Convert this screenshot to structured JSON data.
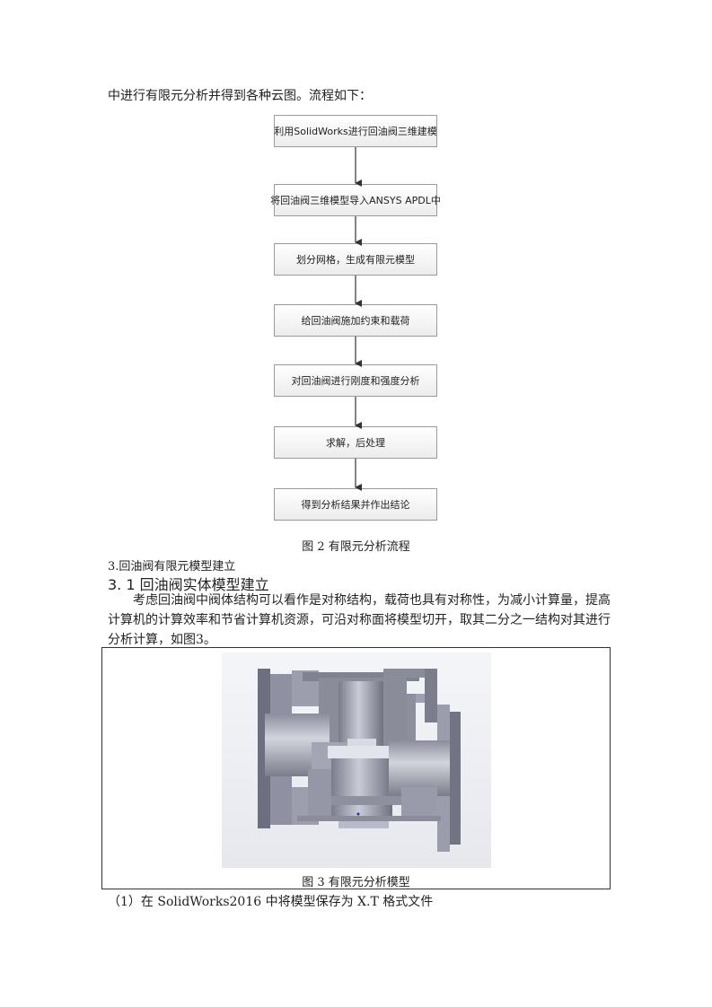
{
  "intro_line": "中进行有限元分析并得到各种云图。流程如下：",
  "flowchart": {
    "steps": [
      "利用SolidWorks进行回油阀三维建模",
      "将回油阀三维模型导入ANSYS APDL中",
      "划分网格，生成有限元模型",
      "给回油阀施加约束和载荷",
      "对回油阀进行刚度和强度分析",
      "求解，后处理",
      "得到分析结果并作出结论"
    ],
    "caption": "图 2  有限元分析流程"
  },
  "section3_title": "3.回油阀有限元模型建立",
  "section31_title": "3. 1 回油阀实体模型建立",
  "paragraph": "考虑回油阀中阀体结构可以看作是对称结构，载荷也具有对称性，为减小计算量，提高计算机的计算效率和节省计算机资源，可沿对称面将模型切开，取其二分之一结构对其进行分析计算，如图3。",
  "figure3": {
    "caption": "图 3  有限元分析模型"
  },
  "step1_text": "（1）在 SolidWorks2016 中将模型保存为 X.T 格式文件"
}
